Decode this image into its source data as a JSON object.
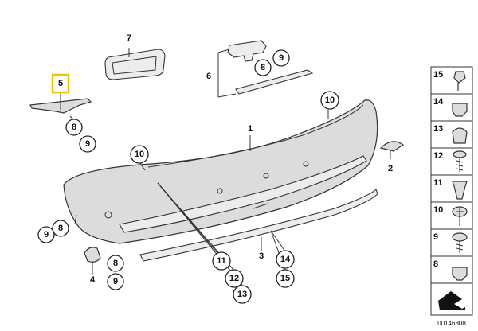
{
  "diagram": {
    "callouts": {
      "c1": "1",
      "c2": "2",
      "c3": "3",
      "c4": "4",
      "c5": "5",
      "c6": "6",
      "c7": "7",
      "c8a": "8",
      "c8b": "8",
      "c8c": "8",
      "c8d": "8",
      "c9a": "9",
      "c9b": "9",
      "c9c": "9",
      "c9d": "9",
      "c10a": "10",
      "c10b": "10",
      "c11": "11",
      "c12": "12",
      "c13": "13",
      "c14": "14",
      "c15": "15"
    },
    "legend": [
      "15",
      "14",
      "13",
      "12",
      "11",
      "10",
      "9",
      "8"
    ],
    "reference": "00146308",
    "highlight_color": "#f2c200"
  }
}
